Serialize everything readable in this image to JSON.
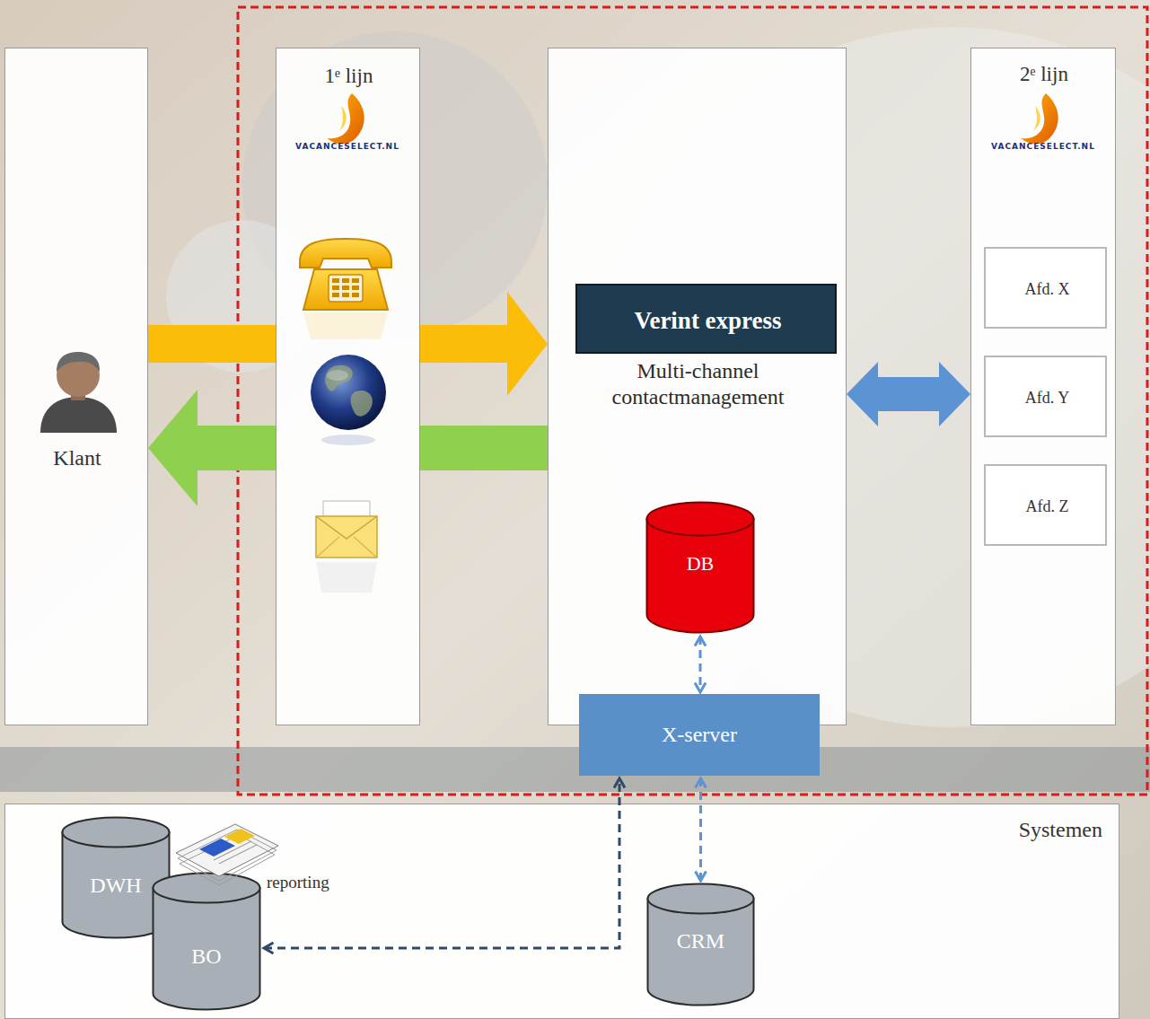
{
  "diagram": {
    "nodes": [
      {
        "text": [
          "Klant"
        ]
      },
      {
        "text": [
          "1ᵉ lijn"
        ]
      },
      {
        "text": [
          "Multi-channel contactmanagement"
        ]
      },
      {
        "text": [
          "Verint express"
        ],
        "in": 2
      },
      {
        "text": [
          "DB"
        ],
        "in": 2
      },
      {
        "text": [
          "2ᵉ lijn"
        ]
      },
      {
        "text": [
          "Afd. X"
        ],
        "in": 5
      },
      {
        "text": [
          "Afd. Y"
        ],
        "in": 5
      },
      {
        "text": [
          "Afd. Z"
        ],
        "in": 5
      },
      {
        "text": [
          "X-server"
        ]
      },
      {
        "text": [
          "Systemen"
        ]
      },
      {
        "text": [
          "DWH"
        ],
        "in": 10
      },
      {
        "text": [
          "BO"
        ],
        "in": 10
      },
      {
        "text": [
          "CRM"
        ],
        "in": 10
      }
    ],
    "edges": [
      {
        "from": 0,
        "to": 1,
        "arrow": "none"
      },
      {
        "from": 1,
        "to": 2,
        "arrow": "to"
      },
      {
        "from": 2,
        "to": 1,
        "arrow": "none"
      },
      {
        "from": 1,
        "to": 0,
        "arrow": "to"
      },
      {
        "from": 2,
        "to": 5,
        "arrow": "both"
      },
      {
        "from": 4,
        "to": 9,
        "arrow": "both"
      },
      {
        "from": 9,
        "to": 13,
        "arrow": "both"
      },
      {
        "from": 12,
        "to": 9,
        "arrow": "both"
      }
    ],
    "labels": [
      "VACANCESELECT.NL",
      "VACANCESELECT.NL",
      "reporting"
    ]
  }
}
